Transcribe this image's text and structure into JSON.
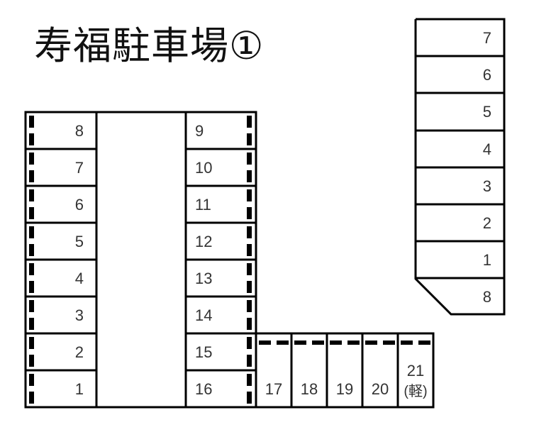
{
  "title": "寿福駐車場①",
  "left_block": {
    "left_column": [
      "8",
      "7",
      "6",
      "5",
      "4",
      "3",
      "2",
      "1"
    ],
    "right_column": [
      "9",
      "10",
      "11",
      "12",
      "13",
      "14",
      "15",
      "16"
    ]
  },
  "bottom_row": [
    {
      "number": "17",
      "note": ""
    },
    {
      "number": "18",
      "note": ""
    },
    {
      "number": "19",
      "note": ""
    },
    {
      "number": "20",
      "note": ""
    },
    {
      "number": "21",
      "note": "(軽)"
    }
  ],
  "right_block": {
    "spaces": [
      "7",
      "6",
      "5",
      "4",
      "3",
      "2",
      "1",
      "8"
    ]
  },
  "colors": {
    "line": "#000000",
    "text": "#333333",
    "background": "#ffffff"
  }
}
